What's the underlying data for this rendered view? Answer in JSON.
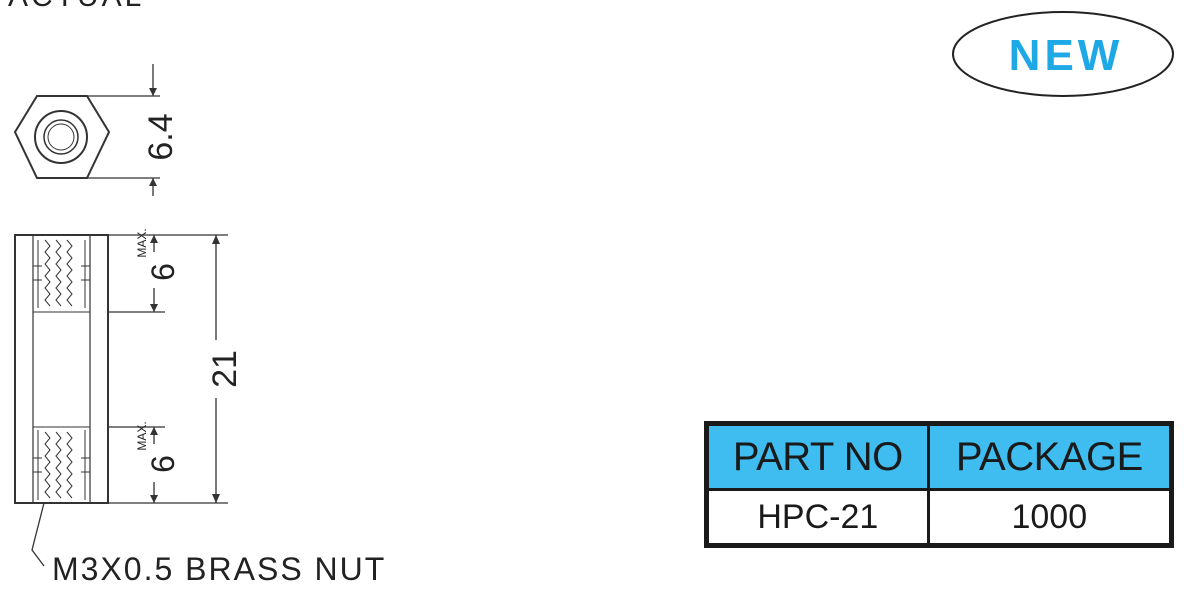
{
  "header": {
    "cropped_label": "ACTUAL"
  },
  "badge": {
    "text": "NEW",
    "color": "#1ea8e6"
  },
  "dimensions": {
    "hex_width": "6.4",
    "thread_depth_top": "6",
    "thread_depth_bottom": "6",
    "max_label": "MAX.",
    "length": "21"
  },
  "callout": {
    "thread_label": "M3X0.5 BRASS NUT"
  },
  "table": {
    "headers": [
      "PART NO",
      "PACKAGE"
    ],
    "rows": [
      [
        "HPC-21",
        "1000"
      ]
    ],
    "header_color": "#3fbdf0"
  }
}
